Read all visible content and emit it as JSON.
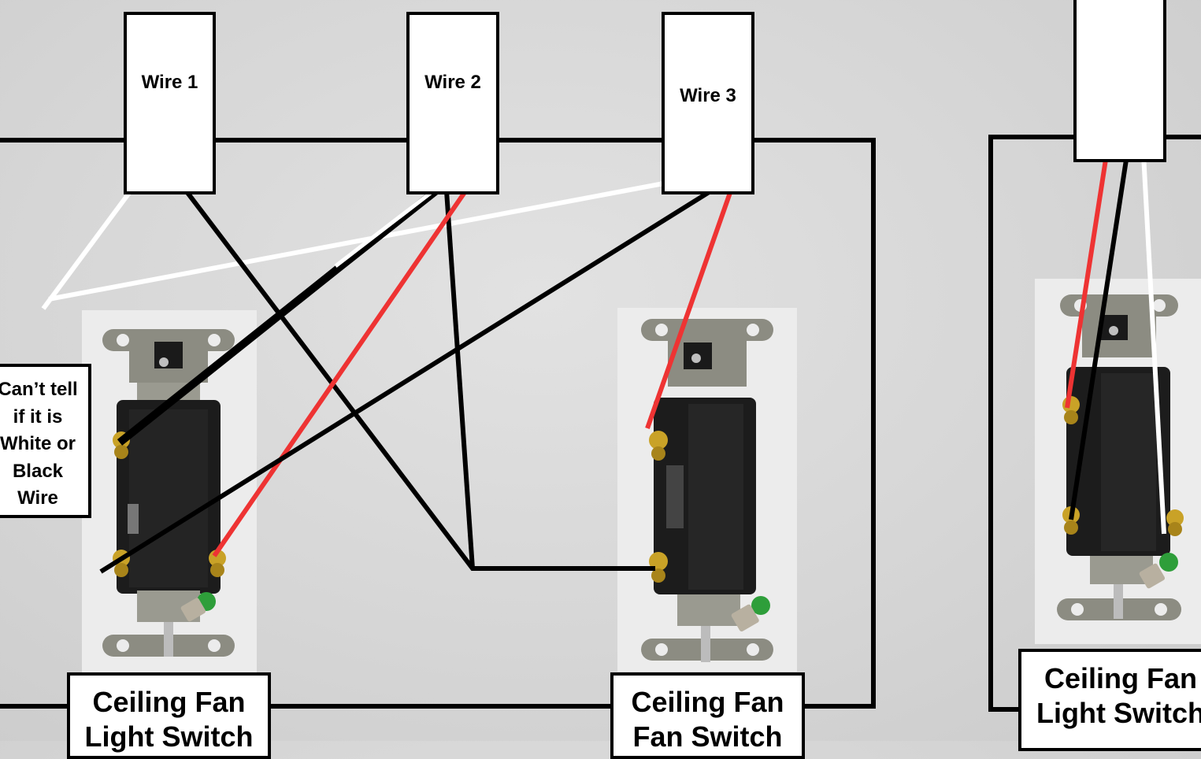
{
  "wire_boxes": [
    {
      "label": "Wire 1"
    },
    {
      "label": "Wire 2"
    },
    {
      "label": "Wire 3"
    },
    {
      "label": ""
    }
  ],
  "note": {
    "line1": "Can’t tell",
    "line2": "if it is",
    "line3": "White or",
    "line4": "Black",
    "line5": "Wire"
  },
  "switch_labels": [
    {
      "line1": "Ceiling Fan",
      "line2": "Light Switch"
    },
    {
      "line1": "Ceiling Fan",
      "line2": "Fan Switch"
    },
    {
      "line1": "Ceiling Fan",
      "line2": "Light Switch"
    }
  ],
  "colors": {
    "hot": "#ee3333",
    "black": "#000000",
    "white": "#ffffff",
    "enclosure": "#000000",
    "brass_screw": "#c9a227",
    "ground_screw": "#2e9e3a"
  },
  "icons": [
    "toggle-switch-icon",
    "toggle-switch-icon",
    "toggle-switch-icon"
  ]
}
